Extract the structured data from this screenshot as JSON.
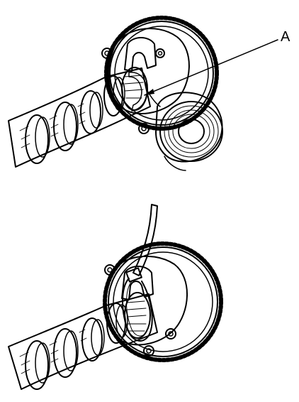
{
  "callout": {
    "label": "A"
  },
  "colors": {
    "ink": "#000000",
    "paper": "#ffffff",
    "shade": "#d9d9d9"
  },
  "panels": [
    {
      "id": "top",
      "depicts": "camshaft-with-sprocket-and-tape-roll"
    },
    {
      "id": "bottom",
      "depicts": "camshaft-with-sprocket-and-cable-tie"
    }
  ]
}
